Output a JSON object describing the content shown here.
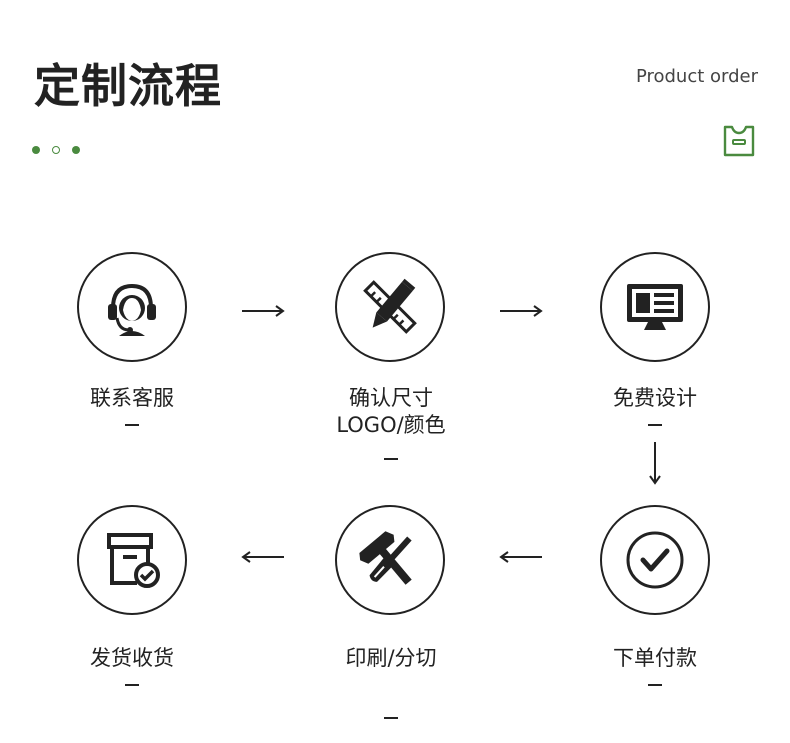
{
  "header": {
    "title": "定制流程",
    "subtitle": "Product order"
  },
  "colors": {
    "accent": "#4a8a3f",
    "ink": "#222222"
  },
  "steps": [
    {
      "label": "联系客服",
      "icon": "headset-icon"
    },
    {
      "label": "确认尺寸",
      "label2": "LOGO/颜色",
      "icon": "pencil-ruler-icon"
    },
    {
      "label": "免费设计",
      "icon": "monitor-icon"
    },
    {
      "label": "下单付款",
      "icon": "check-circle-icon"
    },
    {
      "label": "印刷/分切",
      "icon": "hammer-screwdriver-icon"
    },
    {
      "label": "发货收货",
      "icon": "box-check-icon"
    }
  ]
}
